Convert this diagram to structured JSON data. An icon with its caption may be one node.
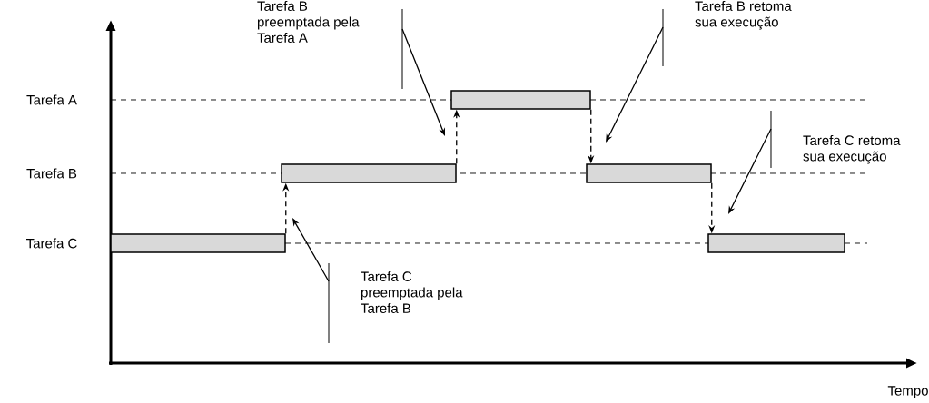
{
  "diagram": {
    "nodes": [
      {
        "text": [
          "Tarefa B preemptada pela Tarefa A"
        ]
      },
      {
        "text": [
          "Tarefa B retoma sua execução"
        ]
      },
      {
        "text": [],
        "shape": "bar"
      },
      {
        "text": [
          "Tarefa C retoma sua execução"
        ]
      },
      {
        "text": [],
        "shape": "bar"
      },
      {
        "text": [],
        "shape": "bar"
      },
      {
        "text": [],
        "shape": "bar"
      },
      {
        "text": [],
        "shape": "bar"
      },
      {
        "text": [
          "Tarefa C preemptada pela Tarefa B"
        ]
      }
    ],
    "edges": [
      {
        "from": 6,
        "to": 4,
        "arrow": "to",
        "style": "dashed"
      },
      {
        "from": 4,
        "to": 2,
        "arrow": "to",
        "style": "dashed"
      },
      {
        "from": 2,
        "to": 5,
        "arrow": "to",
        "style": "dashed"
      },
      {
        "from": 5,
        "to": 7,
        "arrow": "to",
        "style": "dashed"
      },
      {
        "from": 0,
        "to": null,
        "arrow": "to"
      },
      {
        "from": 1,
        "to": null,
        "arrow": "to"
      },
      {
        "from": 3,
        "to": null,
        "arrow": "to"
      },
      {
        "from": 8,
        "to": null,
        "arrow": "to"
      }
    ],
    "labels": [
      "Tarefa A",
      "Tarefa B",
      "Tarefa C",
      "Tempo"
    ]
  }
}
